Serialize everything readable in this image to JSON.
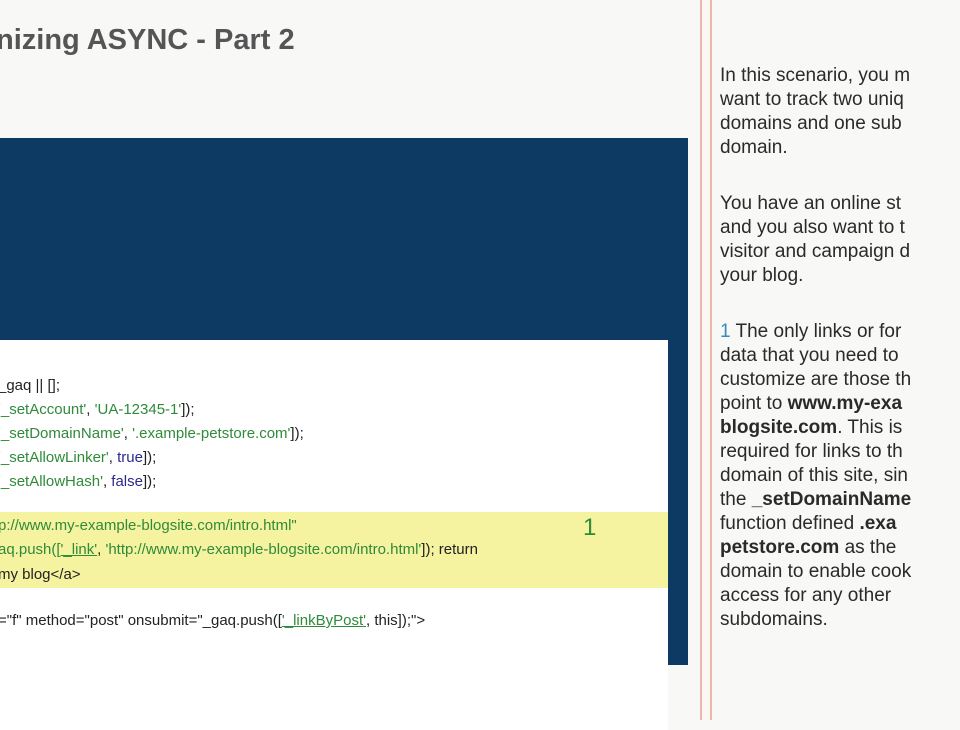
{
  "title": "nizing ASYNC - Part 2",
  "code": {
    "lines": [
      [
        {
          "t": "_gaq || [];",
          "c": ""
        }
      ],
      [
        {
          "t": "'_setAccount'",
          "c": "g"
        },
        {
          "t": ", ",
          "c": ""
        },
        {
          "t": "'UA-12345-1'",
          "c": "g"
        },
        {
          "t": "]);",
          "c": ""
        }
      ],
      [
        {
          "t": "'_setDomainName'",
          "c": "g"
        },
        {
          "t": ", ",
          "c": ""
        },
        {
          "t": "'.example-petstore.com'",
          "c": "g"
        },
        {
          "t": "]);",
          "c": ""
        }
      ],
      [
        {
          "t": "'_setAllowLinker'",
          "c": "g"
        },
        {
          "t": ", ",
          "c": ""
        },
        {
          "t": "true",
          "c": "bl"
        },
        {
          "t": "]);",
          "c": ""
        }
      ],
      [
        {
          "t": "'_setAllowHash'",
          "c": "g"
        },
        {
          "t": ", ",
          "c": ""
        },
        {
          "t": "false",
          "c": "bl"
        },
        {
          "t": "]);",
          "c": ""
        }
      ],
      [
        {
          "t": "p://www.my-example-blogsite.com/intro.html\"",
          "c": "g"
        }
      ],
      [
        {
          "t": "aq.push([",
          "c": "g"
        },
        {
          "t": "'_link'",
          "c": "g u"
        },
        {
          "t": ", ",
          "c": ""
        },
        {
          "t": "'http://www.my-example-blogsite.com/intro.html'",
          "c": "g"
        },
        {
          "t": "]); return",
          "c": ""
        }
      ],
      [
        {
          "t": " my blog</a>",
          "c": ""
        }
      ],
      [
        {
          "t": "=\"f\" method=\"post\" onsubmit=\"_gaq.push([",
          "c": ""
        },
        {
          "t": "'_linkByPost'",
          "c": "g u"
        },
        {
          "t": ", this]);\">",
          "c": ""
        }
      ]
    ],
    "marker": "1"
  },
  "sidebar": {
    "paragraphs": [
      [
        [
          {
            "t": "In this scenario, you m"
          }
        ],
        [
          {
            "t": "want to track two uniq"
          }
        ],
        [
          {
            "t": "domains and one sub"
          }
        ],
        [
          {
            "t": "domain."
          }
        ]
      ],
      [
        [
          {
            "t": "You have an online st"
          }
        ],
        [
          {
            "t": "and you also want to t"
          }
        ],
        [
          {
            "t": "visitor and campaign d"
          }
        ],
        [
          {
            "t": "your blog."
          }
        ]
      ],
      [
        [
          {
            "t": "1",
            "n": true
          },
          {
            "t": "  The only links or for"
          }
        ],
        [
          {
            "t": "data that you need to"
          }
        ],
        [
          {
            "t": "customize are those th"
          }
        ],
        [
          {
            "t": "point to "
          },
          {
            "t": "www.my-exa",
            "b": true
          }
        ],
        [
          {
            "t": "blogsite.com",
            "b": true
          },
          {
            "t": ". This is"
          }
        ],
        [
          {
            "t": "required for links to th"
          }
        ],
        [
          {
            "t": "domain of this site, sin"
          }
        ],
        [
          {
            "t": "the "
          },
          {
            "t": "_setDomainName",
            "b": true
          }
        ],
        [
          {
            "t": " function defined "
          },
          {
            "t": ".exa",
            "b": true
          }
        ],
        [
          {
            "t": "petstore.com",
            "b": true
          },
          {
            "t": " as the"
          }
        ],
        [
          {
            "t": "domain to enable cook"
          }
        ],
        [
          {
            "t": "access for any other"
          }
        ],
        [
          {
            "t": "subdomains."
          }
        ]
      ]
    ]
  }
}
